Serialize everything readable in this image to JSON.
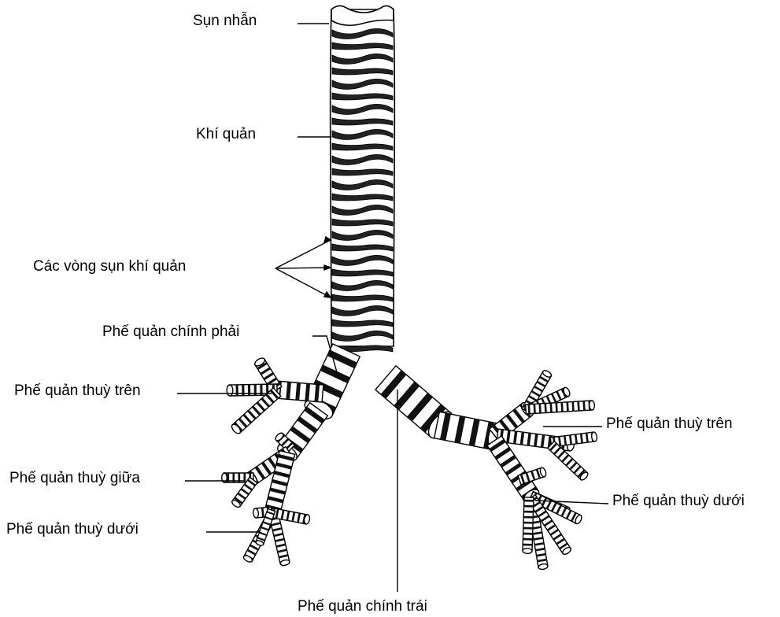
{
  "labels": {
    "cricoid": "Sụn nhẫn",
    "trachea": "Khí quản",
    "tracheal_rings": "Các vòng sụn khí quản",
    "right_main": "Phế quản chính phải",
    "right_upper": "Phế quản thuỳ trên",
    "right_middle": "Phế quản thuỳ giữa",
    "right_lower": "Phế quản thuỳ dưới",
    "left_upper": "Phế quản thuỳ trên",
    "left_lower": "Phế quản thuỳ dưới",
    "left_main": "Phế quản chính trái"
  }
}
